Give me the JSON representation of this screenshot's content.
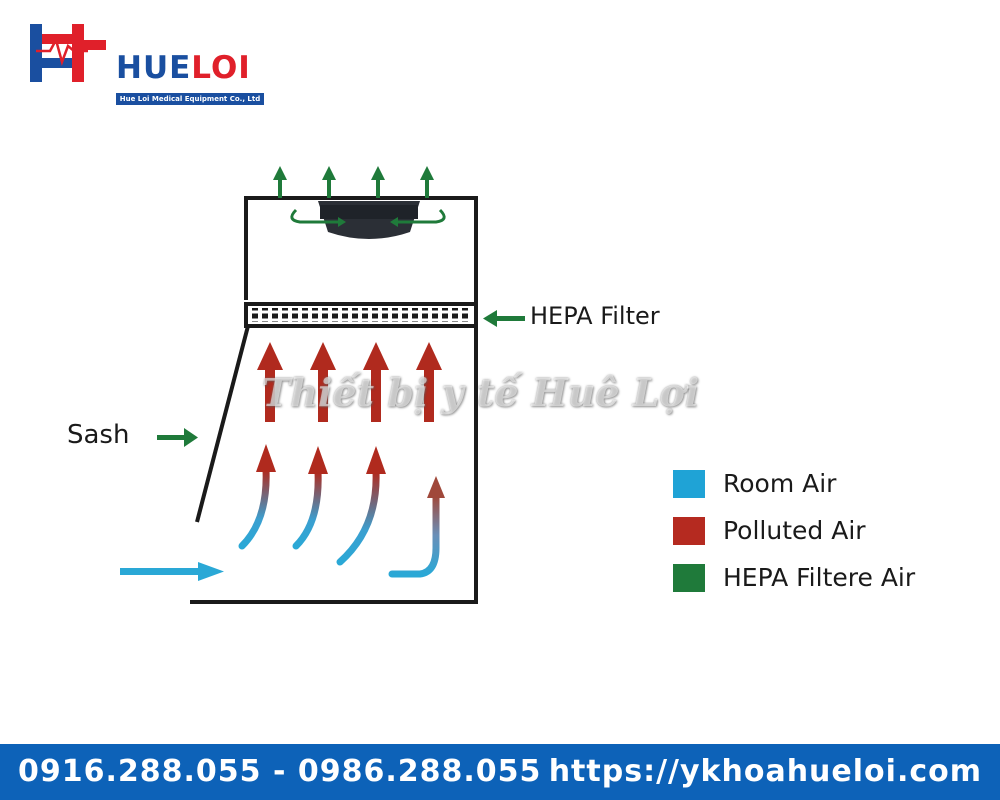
{
  "logo": {
    "text_part1": "HUE",
    "text_part2": "LOI",
    "subtitle": "Hue Loi Medical Equipment Co., Ltd",
    "brand_blue": "#1a4fa0",
    "brand_red": "#e0202a"
  },
  "diagram": {
    "hepa_filter_label": "HEPA Filter",
    "sash_label": "Sash",
    "watermark": "Thiết bị y tế Huê Lợi",
    "colors": {
      "room_air": "#2aa8d6",
      "polluted_air": "#b02a1e",
      "hepa_air": "#1f7a3a",
      "outline": "#1a1a1a"
    }
  },
  "legend": {
    "items": [
      {
        "label": "Room Air",
        "color": "#1fa3d6"
      },
      {
        "label": "Polluted Air",
        "color": "#b52a20"
      },
      {
        "label": "HEPA Filtere Air",
        "color": "#1f7a3a"
      }
    ]
  },
  "footer": {
    "phones": "0916.288.055 - 0986.288.055",
    "url": "https://ykhoahueloi.com",
    "background": "#0d62b8"
  }
}
